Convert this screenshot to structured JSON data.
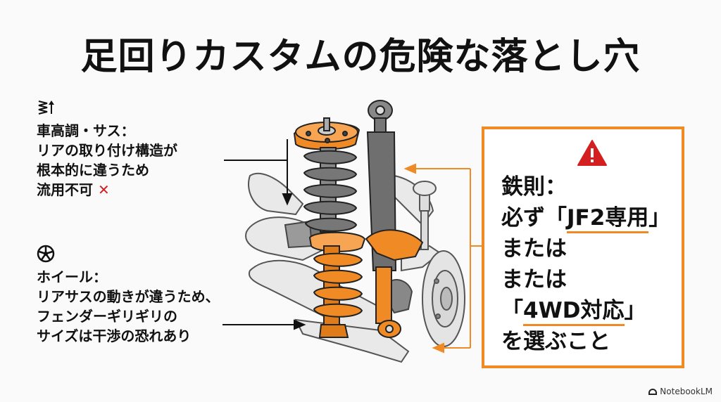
{
  "title": "足回りカスタムの危険な落とし穴",
  "note1": {
    "icon": "suspension-spring-icon",
    "lines": [
      "車高調・サス：",
      "リアの取り付け構造が",
      "根本的に違うため",
      "流用不可"
    ],
    "mark": "✕"
  },
  "note2": {
    "icon": "wheel-icon",
    "lines": [
      "ホイール：",
      "リアサスの動きが違うため、",
      "フェンダーギリギリの",
      "サイズは干渉の恐れあり"
    ]
  },
  "rule": {
    "icon": "warning-icon",
    "line1": "鉄則：",
    "line2_pre": "必ず「",
    "line2_hl": "JF2専用",
    "line2_post": "」",
    "line3": "または",
    "line4": "または",
    "line5_pre": "「",
    "line5_hl": "4WD対応",
    "line5_post": "」",
    "line6": "を選ぶこと"
  },
  "colors": {
    "accent": "#f08a24",
    "danger": "#d31f1f",
    "shock": "#666666"
  },
  "brand": "NotebookLM"
}
